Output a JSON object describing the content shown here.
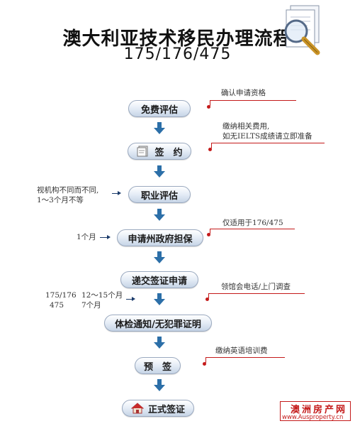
{
  "header": {
    "title": "澳大利亚技术移民办理流程",
    "subtitle": "175/176/475"
  },
  "steps": [
    {
      "label": "免费评估"
    },
    {
      "label": "签　约",
      "icon": "document-icon"
    },
    {
      "label": "职业评估"
    },
    {
      "label": "申请州政府担保"
    },
    {
      "label": "递交签证申请"
    },
    {
      "label": "体检通知/无犯罪证明"
    },
    {
      "label": "预　签"
    },
    {
      "label": "正式签证",
      "icon": "house-icon"
    }
  ],
  "right_notes": [
    {
      "text": "确认申请资格"
    },
    {
      "line1": "缴纳相关费用,",
      "line2": "如无IELTS成绩请立即准备"
    },
    {
      "text": "仅适用于176/475"
    },
    {
      "text": "领馆会电话/上门调查"
    },
    {
      "text": "缴纳英语培训费"
    }
  ],
  "left_notes": {
    "assessment": {
      "line1": "视机构不同而不同,",
      "line2": "1～3个月不等"
    },
    "sponsorship": {
      "text": "1个月"
    },
    "processing": {
      "col1_line1": "175/176",
      "col1_line2": "475",
      "col2_line1": "12～15个月",
      "col2_line2": "7个月"
    }
  },
  "watermark": {
    "name": "澳洲房产网",
    "url": "www.Ausproperty.cn"
  },
  "colors": {
    "arrow": "#2c6fa8",
    "note_line": "#c41a1a",
    "node_border": "#9aa9bf"
  }
}
